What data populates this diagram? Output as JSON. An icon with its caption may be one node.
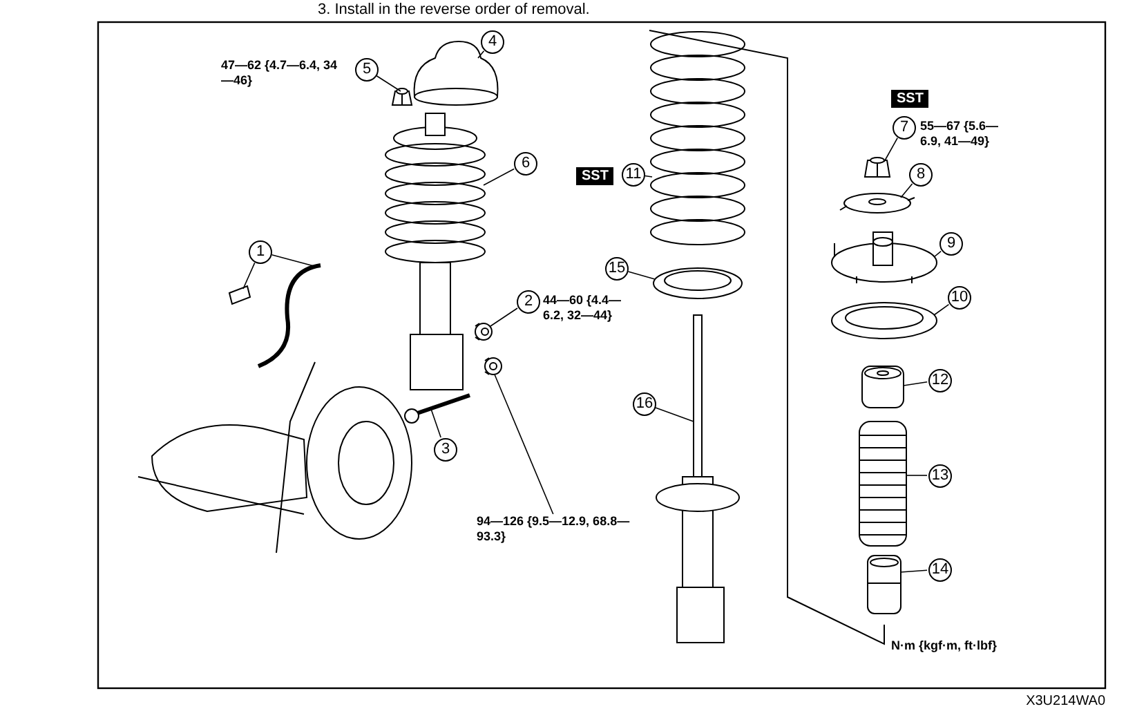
{
  "diagram": {
    "nodes": [
      {
        "text": [
          "1"
        ]
      },
      {
        "text": [
          "2"
        ]
      },
      {
        "text": [
          "3"
        ]
      },
      {
        "text": [
          "4"
        ]
      },
      {
        "text": [
          "5"
        ]
      },
      {
        "text": [
          "6"
        ]
      },
      {
        "text": [
          "7"
        ]
      },
      {
        "text": [
          "8"
        ]
      },
      {
        "text": [
          "9"
        ]
      },
      {
        "text": [
          "10"
        ]
      },
      {
        "text": [
          "11"
        ]
      },
      {
        "text": [
          "12"
        ]
      },
      {
        "text": [
          "13"
        ]
      },
      {
        "text": [
          "14"
        ]
      },
      {
        "text": [
          "15"
        ]
      },
      {
        "text": [
          "16"
        ]
      },
      {
        "text": [
          "94—126 {9.5—12.9, 68.8—93.3}"
        ]
      },
      {
        "text": [],
        "shape": "picture"
      },
      {
        "text": [],
        "shape": "picture"
      },
      {
        "text": [],
        "shape": "picture"
      },
      {
        "text": [],
        "shape": "picture"
      },
      {
        "text": [],
        "shape": "picture"
      },
      {
        "text": [],
        "shape": "picture"
      },
      {
        "text": [],
        "shape": "picture"
      },
      {
        "text": [],
        "shape": "picture"
      },
      {
        "text": [],
        "shape": "picture"
      },
      {
        "text": [],
        "shape": "picture"
      },
      {
        "text": [],
        "shape": "picture"
      },
      {
        "text": [],
        "shape": "picture"
      },
      {
        "text": [],
        "shape": "picture"
      },
      {
        "text": [],
        "shape": "picture"
      },
      {
        "text": [],
        "shape": "picture"
      },
      {
        "text": [],
        "shape": "picture"
      },
      {
        "text": [],
        "shape": "picture"
      },
      {
        "text": [],
        "shape": "picture"
      }
    ],
    "edges": [
      {
        "from": 0,
        "to": 17,
        "arrow": "none"
      },
      {
        "from": 0,
        "to": 18,
        "arrow": "none"
      },
      {
        "from": 1,
        "to": 19,
        "arrow": "none"
      },
      {
        "from": 2,
        "to": 20,
        "arrow": "none"
      },
      {
        "from": 3,
        "to": 21,
        "arrow": "none"
      },
      {
        "from": 4,
        "to": 22,
        "arrow": "none"
      },
      {
        "from": 5,
        "to": 23,
        "arrow": "none"
      },
      {
        "from": 6,
        "to": 24,
        "arrow": "none"
      },
      {
        "from": 7,
        "to": 25,
        "arrow": "none"
      },
      {
        "from": 8,
        "to": 26,
        "arrow": "none"
      },
      {
        "from": 9,
        "to": 27,
        "arrow": "none"
      },
      {
        "from": 10,
        "to": 28,
        "arrow": "none"
      },
      {
        "from": 11,
        "to": 29,
        "arrow": "none"
      },
      {
        "from": 12,
        "to": 30,
        "arrow": "none"
      },
      {
        "from": 13,
        "to": 31,
        "arrow": "none"
      },
      {
        "from": 14,
        "to": 32,
        "arrow": "none"
      },
      {
        "from": 15,
        "to": 33,
        "arrow": "none"
      },
      {
        "from": 16,
        "to": 34,
        "arrow": "none"
      }
    ],
    "labels": [
      "3. Install in the reverse order of removal.",
      "47—62 {4.7—6.4, 34—46}",
      "44—60 {4.4—6.2, 32—44}",
      "SST",
      "55—67 {5.6—6.9, 41—49}",
      "SST",
      "N·m {kgf·m, ft·lbf}",
      "X3U214WA0"
    ]
  }
}
